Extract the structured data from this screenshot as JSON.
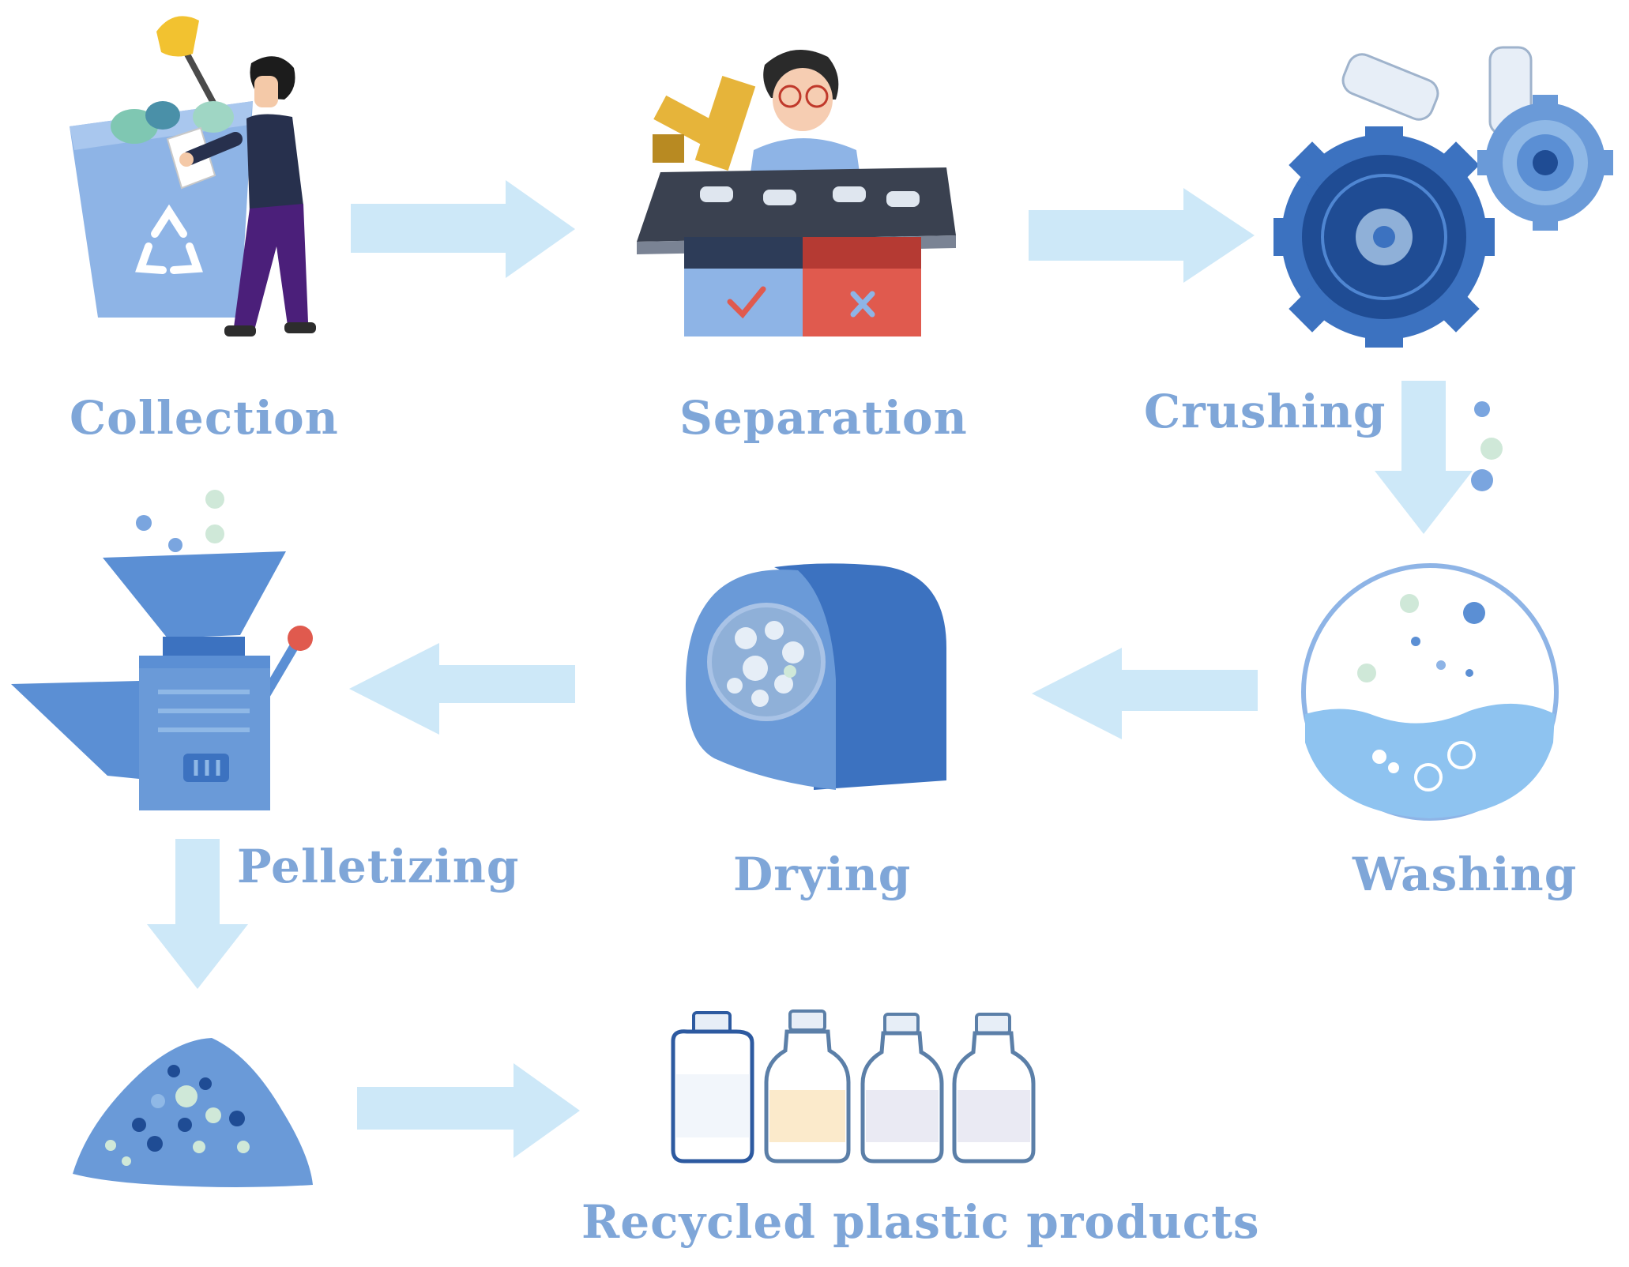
{
  "diagram": {
    "steps": {
      "collection": {
        "label": "Collection"
      },
      "separation": {
        "label": "Separation"
      },
      "crushing": {
        "label": "Crushing"
      },
      "washing": {
        "label": "Washing"
      },
      "drying": {
        "label": "Drying"
      },
      "pelletizing": {
        "label": "Pelletizing"
      },
      "products": {
        "label": "Recycled plastic products"
      }
    },
    "icons": {
      "collection": "recycling-bin-person-icon",
      "separation": "sorting-conveyor-icon",
      "crushing": "crusher-gears-icon",
      "washing": "washing-tank-icon",
      "drying": "dryer-drum-icon",
      "pelletizing": "pelletizer-machine-icon",
      "pellets": "pellet-pile-icon",
      "products": "plastic-bottles-icon"
    },
    "colors": {
      "label": "#7fa6d8",
      "arrow": "#cde8f8",
      "icon_main": "#5b8fd4",
      "icon_dark": "#2d5aa0",
      "accent_red": "#e05a4e"
    }
  }
}
